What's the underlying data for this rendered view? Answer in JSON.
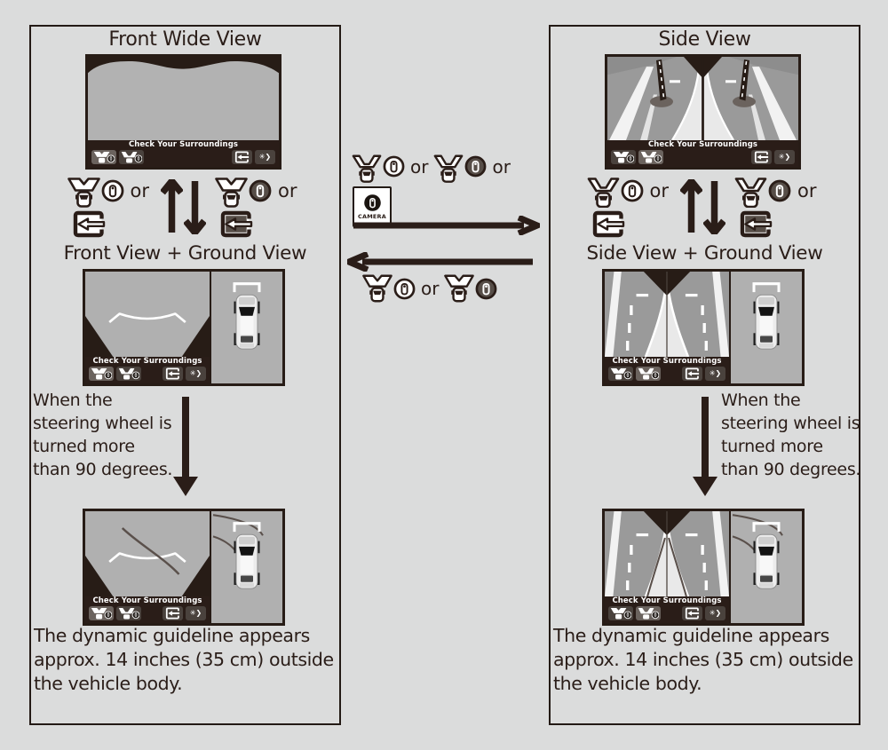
{
  "labels": {
    "or": "or",
    "camera_button": "CAMERA",
    "check_surroundings": "Check Your Surroundings"
  },
  "left_column": {
    "title": "Front Wide View",
    "combo_label": "Front View + Ground View",
    "steering_note": "When the steering wheel is turned more than 90 degrees.",
    "dynamic_note": "The dynamic guideline appears approx. 14 inches (35 cm) outside the vehicle body."
  },
  "right_column": {
    "title": "Side View",
    "combo_label": "Side View + Ground View",
    "steering_note": "When the steering wheel is turned more than 90 degrees.",
    "dynamic_note": "The dynamic guideline appears approx. 14 inches (35 cm) outside the vehicle body."
  },
  "icons": {
    "front-camera-view-icon": "front camera cone above car",
    "side-camera-view-icon": "side camera V cone above car",
    "camera-circle-button-icon": "round CAMERA hard button (outline)",
    "camera-circle-button-dark-icon": "round CAMERA hard button (pressed/dark)",
    "back-button-icon": "boxed left-arrow BACK button (outline)",
    "back-button-dark-icon": "boxed left-arrow BACK button (pressed/dark)",
    "camera-dash-button-icon": "dashboard CAMERA push button",
    "up-arrow-icon": "up arrow",
    "down-arrow-icon": "down arrow",
    "right-arrow-icon": "long right arrow",
    "left-arrow-icon": "long left arrow",
    "brightness_glyph": "✳❯"
  },
  "colors": {
    "page_bg": "#dbdcdc",
    "ink": "#2a1d18",
    "screen_gray": "#aeaeae",
    "bar_bg": "#2a1d18",
    "button_bg": "#4a423d",
    "button_active_bg": "#6b635e",
    "dynamic_line": "#5a504b",
    "accent_white": "#ffffff"
  }
}
